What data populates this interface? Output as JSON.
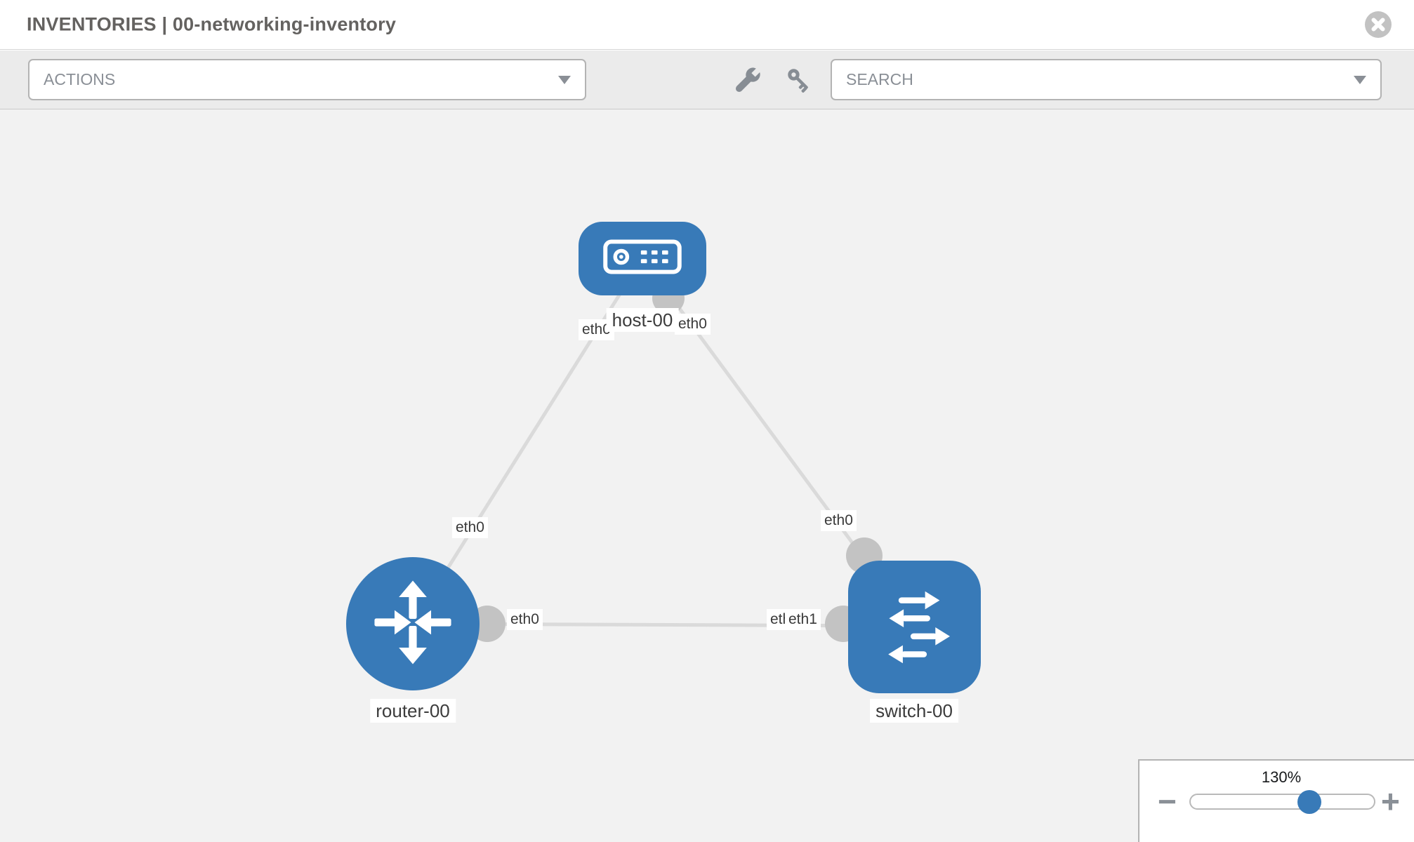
{
  "header": {
    "title": "INVENTORIES | 00-networking-inventory"
  },
  "toolbar": {
    "actions_dropdown": {
      "label": "ACTIONS"
    },
    "search_dropdown": {
      "label": "SEARCH"
    }
  },
  "topology": {
    "nodes": [
      {
        "id": "host-00",
        "type": "host",
        "label": "host-00"
      },
      {
        "id": "router-00",
        "type": "router",
        "label": "router-00"
      },
      {
        "id": "switch-00",
        "type": "switch",
        "label": "switch-00"
      }
    ],
    "links": [
      {
        "from": "host-00",
        "to": "router-00",
        "from_iface": "eth0",
        "to_iface": "eth0"
      },
      {
        "from": "host-00",
        "to": "switch-00",
        "from_iface": "eth0",
        "to_iface": "eth0"
      },
      {
        "from": "router-00",
        "to": "switch-00",
        "from_iface": "eth0",
        "to_iface": "eth1"
      }
    ]
  },
  "zoom_control": {
    "level_label": "130%",
    "percent": 130,
    "minus_label": "−",
    "plus_label": "+"
  },
  "icons": {
    "close": "circle-x",
    "wrench": "wrench",
    "key": "key",
    "caret": "triangle-down",
    "host": "server-faceplate",
    "router": "four-direction-arrows",
    "switch": "exchange-arrows"
  },
  "colors": {
    "node_blue": "#387ab8",
    "edge_gray": "#dadada",
    "port_gray": "#c3c3c3",
    "toolbar_bg": "#ebebeb",
    "canvas_bg": "#f2f2f2"
  }
}
